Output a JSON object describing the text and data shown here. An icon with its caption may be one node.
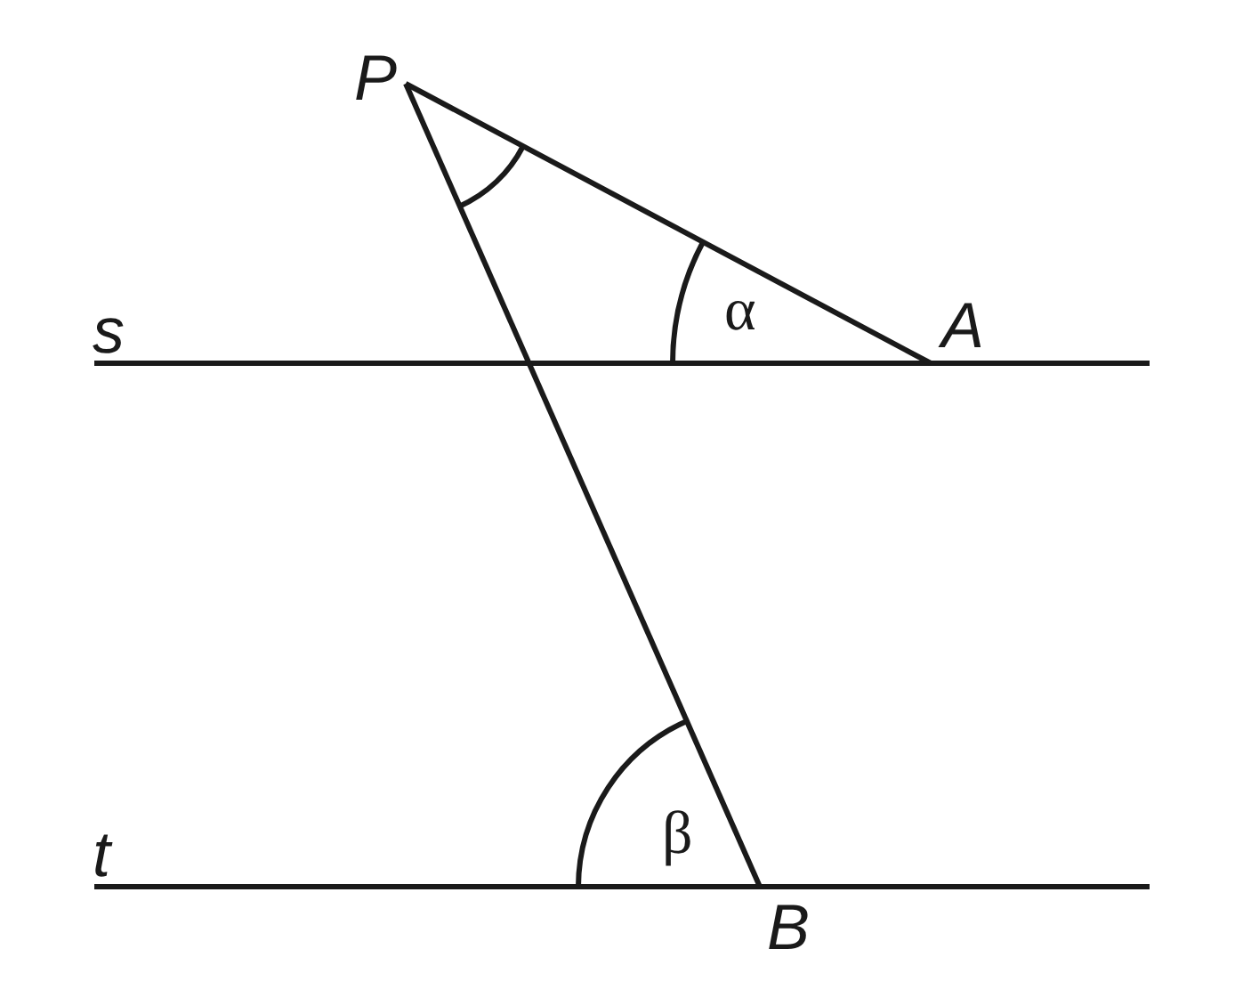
{
  "diagram": {
    "nodes": [
      {
        "text": [
          "P"
        ]
      },
      {
        "text": [
          "A"
        ]
      },
      {
        "text": [
          "B"
        ]
      }
    ],
    "edges": [
      {
        "from": 0,
        "to": 1,
        "arrow": "none"
      },
      {
        "from": 0,
        "to": 2,
        "arrow": "none"
      }
    ],
    "labels": [
      "s",
      "α",
      "t",
      "β"
    ]
  }
}
